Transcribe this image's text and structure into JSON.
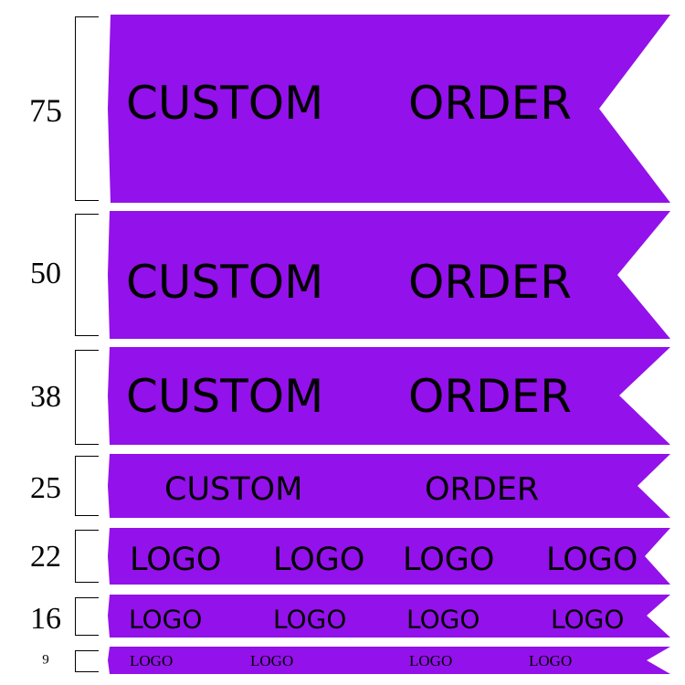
{
  "ribbon_color": "#9311ea",
  "rows": [
    {
      "size": "75",
      "texts": [
        "CUSTOM",
        "ORDER"
      ]
    },
    {
      "size": "50",
      "texts": [
        "CUSTOM",
        "ORDER"
      ]
    },
    {
      "size": "38",
      "texts": [
        "CUSTOM",
        "ORDER"
      ]
    },
    {
      "size": "25",
      "texts": [
        "CUSTOM",
        "ORDER"
      ]
    },
    {
      "size": "22",
      "texts": [
        "LOGO",
        "LOGO",
        "LOGO",
        "LOGO"
      ]
    },
    {
      "size": "16",
      "texts": [
        "LOGO",
        "LOGO",
        "LOGO",
        "LOGO"
      ]
    },
    {
      "size": "9",
      "texts": [
        "LOGO",
        "LOGO",
        "LOGO",
        "LOGO"
      ]
    }
  ]
}
